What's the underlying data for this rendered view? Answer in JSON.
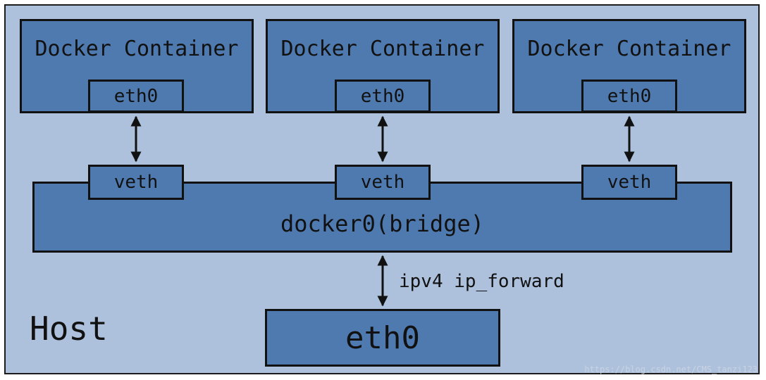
{
  "containers": [
    {
      "title": "Docker Container",
      "eth": "eth0",
      "veth": "veth"
    },
    {
      "title": "Docker Container",
      "eth": "eth0",
      "veth": "veth"
    },
    {
      "title": "Docker Container",
      "eth": "eth0",
      "veth": "veth"
    }
  ],
  "bridge": {
    "label": "docker0(bridge)"
  },
  "host": {
    "label": "Host",
    "eth": "eth0",
    "forward_label": "ipv4 ip_forward"
  },
  "watermark": "https://blog.csdn.net/CMS_tanzi123",
  "colors": {
    "host_bg": "#adc1dc",
    "box_fill": "#4f7ab0",
    "border": "#111111"
  }
}
